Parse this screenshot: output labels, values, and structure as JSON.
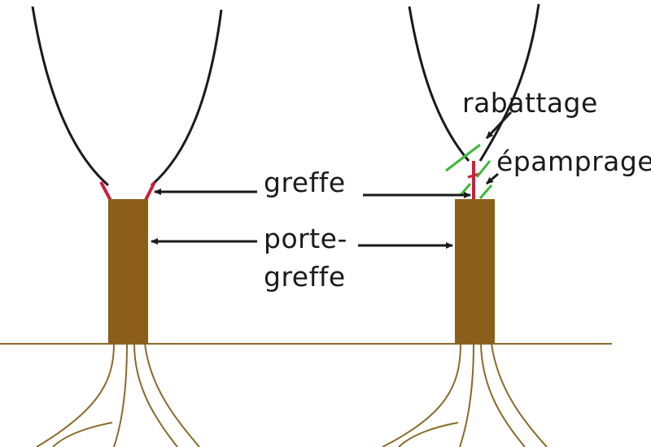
{
  "labels": {
    "greffe": "greffe",
    "porte_greffe_line1": "porte-",
    "porte_greffe_line2": "greffe",
    "rabattage": "rabattage",
    "epamprage": "épamprage"
  },
  "colors": {
    "stem_outline": "#1a1a1a",
    "graft_union": "#c8213a",
    "rootstock": "#8b5e1a",
    "ground_line": "#8b6a2a",
    "root_outline": "#8b6a2a",
    "cut_marks": "#3db83a",
    "arrows": "#1a1a1a",
    "background": "#ffffff"
  }
}
